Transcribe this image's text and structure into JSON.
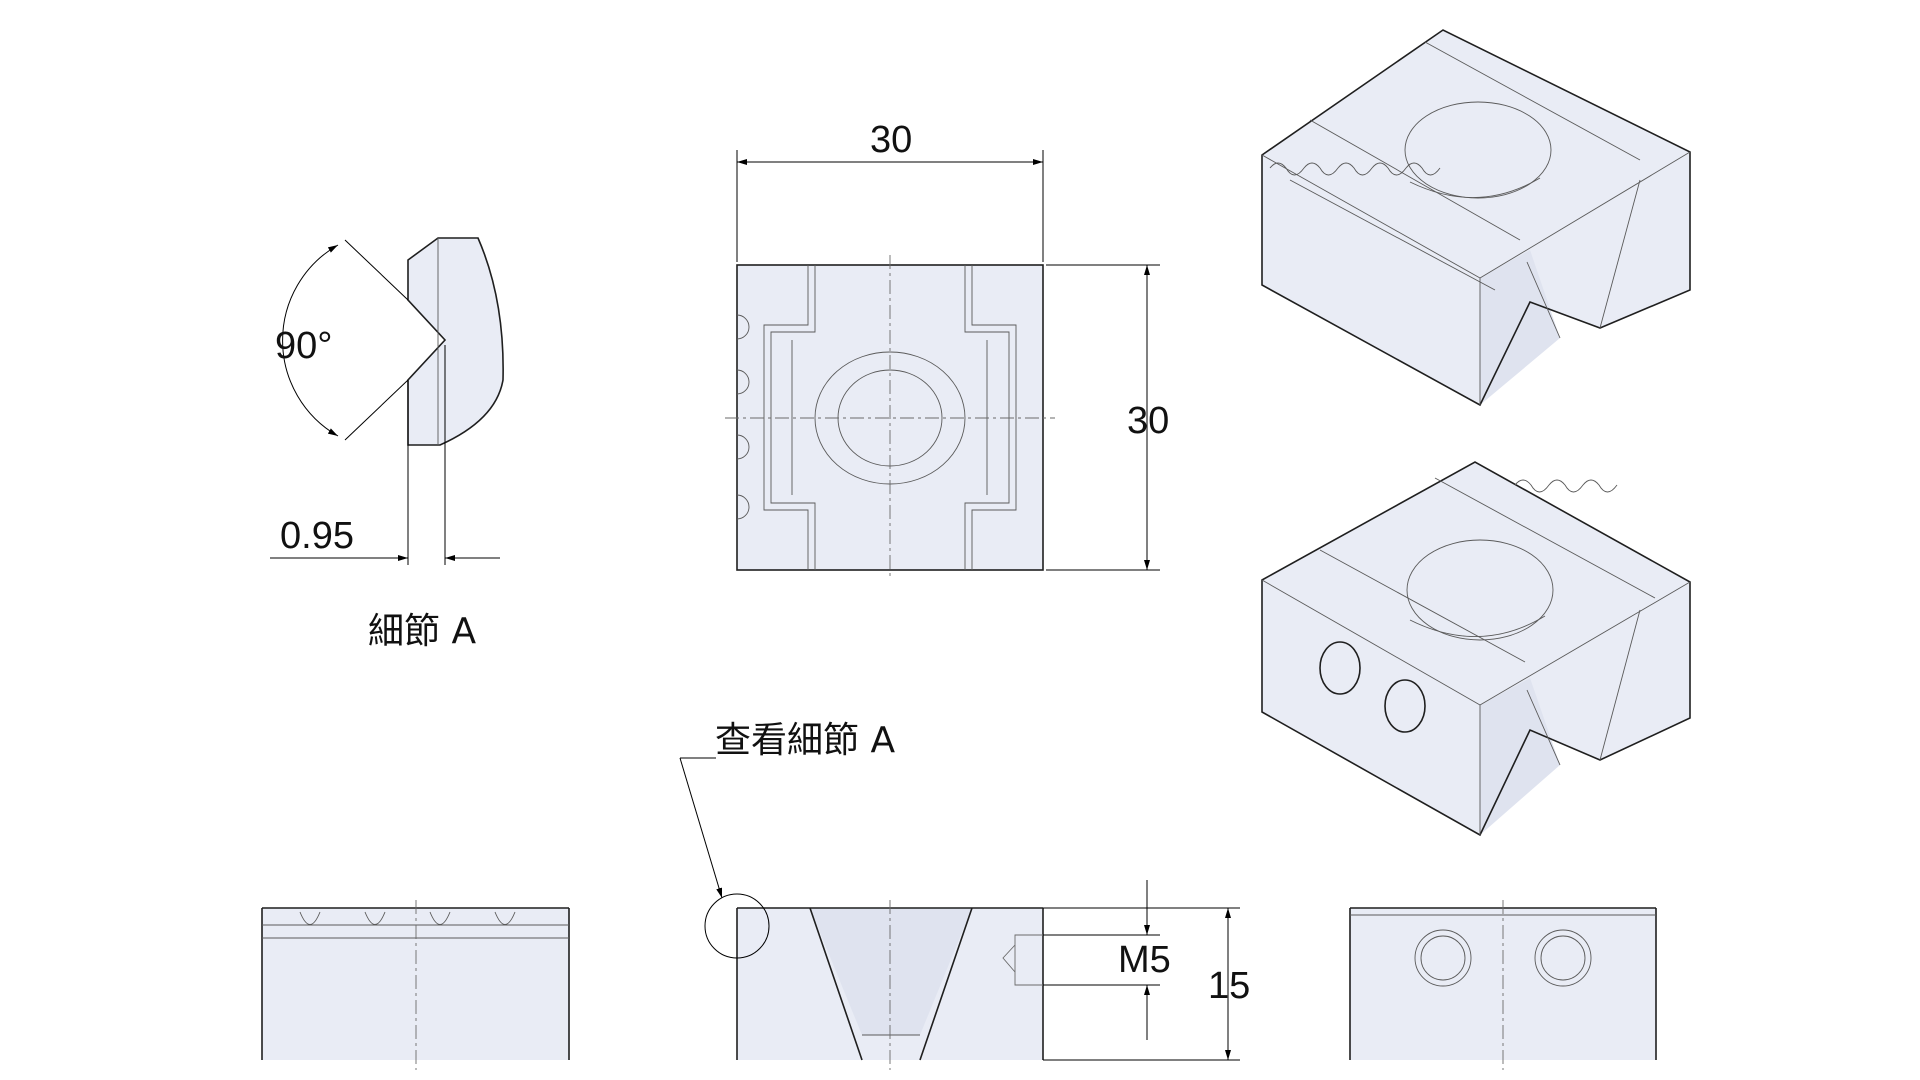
{
  "detail_view": {
    "angle_label": "90°",
    "offset_label": "0.95",
    "title": "細節  A"
  },
  "top_view": {
    "width_label": "30",
    "height_label": "30"
  },
  "front_view": {
    "callout": "查看細節  A",
    "thread_label": "M5",
    "height_label": "15"
  }
}
